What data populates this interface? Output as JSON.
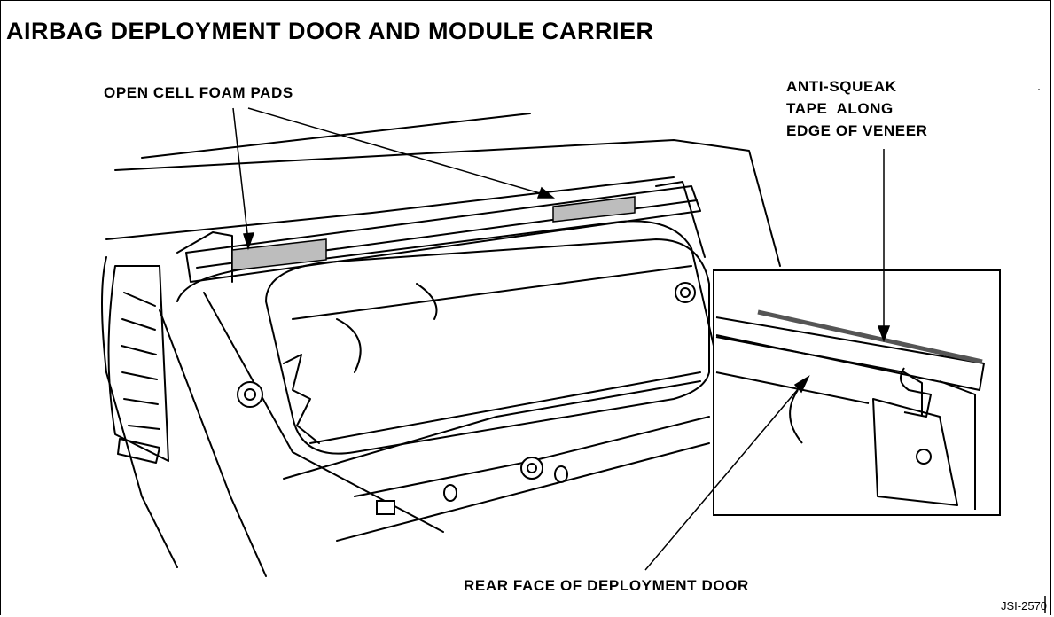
{
  "title": "AIRBAG DEPLOYMENT DOOR AND MODULE CARRIER",
  "callouts": {
    "foam_pads": "OPEN CELL FOAM PADS",
    "tape_line1": "ANTI-SQUEAK",
    "tape_line2": "TAPE  ALONG",
    "tape_line3": "EDGE OF VENEER",
    "rear_face": "REAR FACE OF DEPLOYMENT DOOR"
  },
  "figure_code": "JSI-2570"
}
